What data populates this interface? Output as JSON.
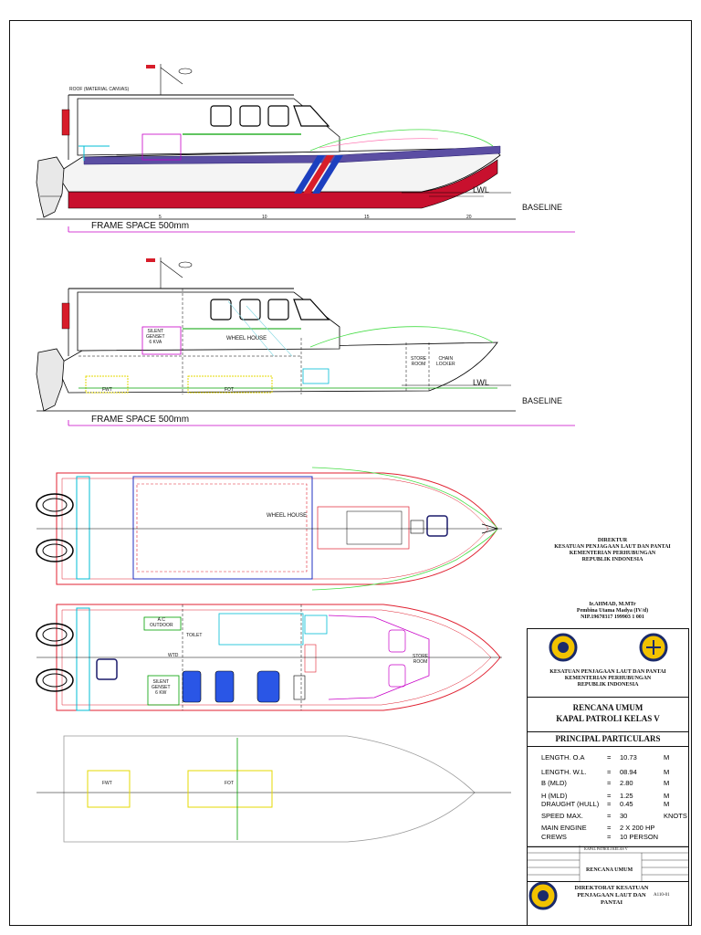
{
  "profile": {
    "canvas_label": "ROOF (MATERIAL CANVAS)",
    "baseline_label": "BASELINE",
    "lwl_label": "LWL",
    "frame_space_label": "FRAME SPACE 500mm",
    "ticks": [
      "5",
      "10",
      "15",
      "20"
    ]
  },
  "section": {
    "silent_genset": "SILENT\nGENSET\n6 KVA",
    "wheel_house": "WHEEL HOUSE",
    "store_room": "STORE\nROOM",
    "chain_locker": "CHAIN\nLOCKER",
    "fwt": "FWT",
    "fot": "FOT"
  },
  "deck_plan": {
    "wheel_house": "WHEEL HOUSE"
  },
  "lower_plan": {
    "ac_outdoor": "A.C\nOUTDOOR",
    "toilet": "TOILET",
    "wtd": "WTD",
    "silent_genset": "SILENT\nGENSET\n6 KW",
    "store_room": "STORE\nROOM"
  },
  "tank_plan": {
    "fwt": "FWT",
    "fot": "FOT"
  },
  "authority": {
    "line1": "DIREKTUR",
    "line2": "KESATUAN PENJAGAAN LAUT DAN PANTAI",
    "line3": "KEMENTERIAN PERHUBUNGAN",
    "line4": "REPUBLIK INDONESIA",
    "signer": "Ir.AHMAD,  M.MTr",
    "rank": "Pembina Utama Madya (IV/d)",
    "nip": "NIP.19670317 199903 1 001"
  },
  "title_block": {
    "org1": "KESATUAN PENJAGAAN LAUT DAN PANTAI",
    "org2": "KEMENTERIAN  PERHUBUNGAN",
    "org3": "REPUBLIK INDONESIA",
    "title1": "RENCANA UMUM",
    "title2": "KAPAL PATROLI KELAS V",
    "pp_header": "PRINCIPAL PARTICULARS",
    "particulars": [
      {
        "k": "LENGTH. O.A",
        "v": "10.73",
        "u": "M"
      },
      {
        "k": "LENGTH. W.L.",
        "v": "08.94",
        "u": "M"
      },
      {
        "k": "B (MLD)",
        "v": "2.80",
        "u": "M"
      },
      {
        "k": "H (MLD)",
        "v": "1.25",
        "u": "M"
      },
      {
        "k": "DRAUGHT (HULL)",
        "v": "0.45",
        "u": "M"
      },
      {
        "k": "SPEED MAX.",
        "v": "30",
        "u": "KNOTS"
      },
      {
        "k": "MAIN ENGINE",
        "v": "2 X 200 HP",
        "u": ""
      },
      {
        "k": "CREWS",
        "v": "10 PERSON",
        "u": ""
      }
    ],
    "sheet_title": "KAPAL PATROLI KELAS V",
    "sheet_name": "RENCANA UMUM",
    "footer1": "DIREKTORAT KESATUAN",
    "footer2": "PENJAGAAN LAUT DAN",
    "footer3": "PANTAI",
    "drawing_no": "A110-01"
  }
}
